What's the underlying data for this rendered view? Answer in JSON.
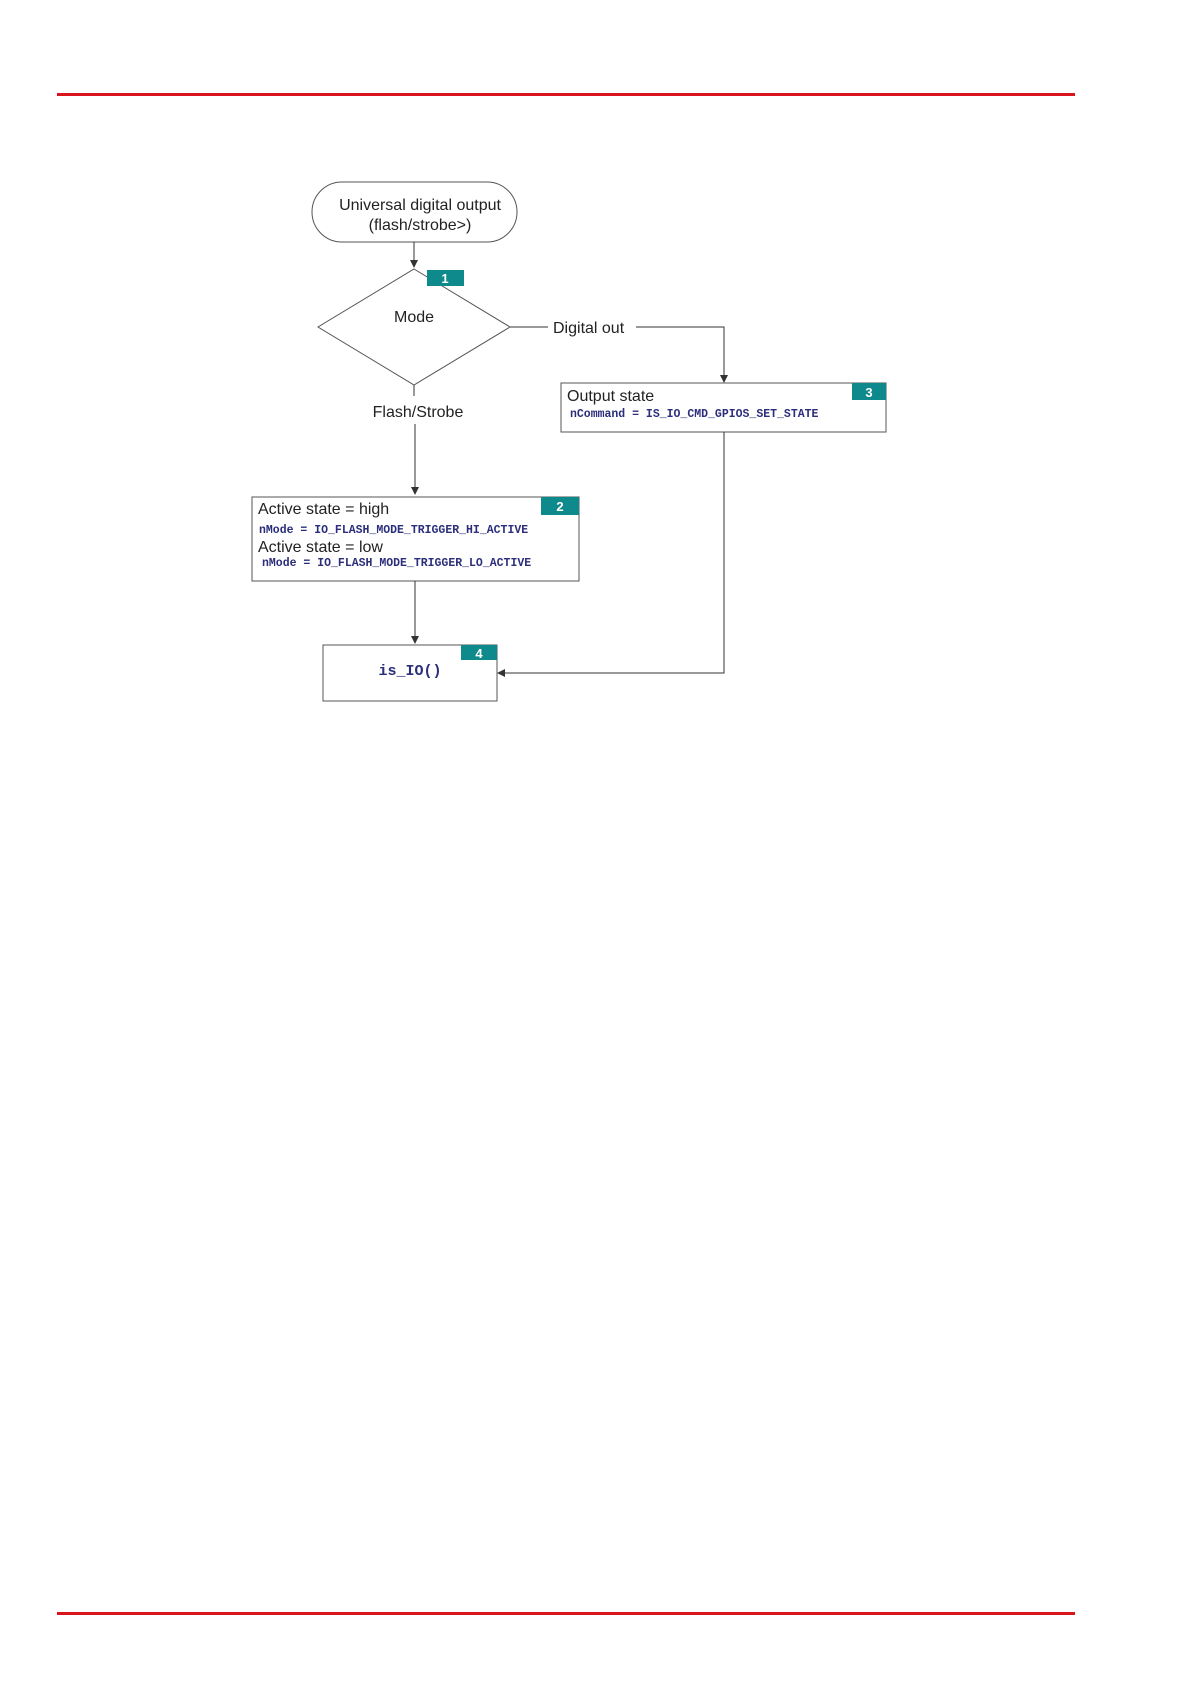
{
  "colors": {
    "rule": "#d9141c",
    "badge": "#0e8a8c",
    "code": "#2b2e7a"
  },
  "flowchart": {
    "start": {
      "line1": "Universal digital output",
      "line2": "(flash/strobe>)"
    },
    "decision": {
      "label": "Mode",
      "badge": "1",
      "branch_right": "Digital out",
      "branch_down": "Flash/Strobe"
    },
    "flash_box": {
      "badge": "2",
      "high_label": "Active state = high",
      "high_code": "nMode = IO_FLASH_MODE_TRIGGER_HI_ACTIVE",
      "low_label": "Active state = low",
      "low_code": "nMode = IO_FLASH_MODE_TRIGGER_LO_ACTIVE"
    },
    "output_box": {
      "badge": "3",
      "label": "Output state",
      "code": "nCommand = IS_IO_CMD_GPIOS_SET_STATE"
    },
    "call_box": {
      "badge": "4",
      "code": "is_IO()"
    }
  }
}
